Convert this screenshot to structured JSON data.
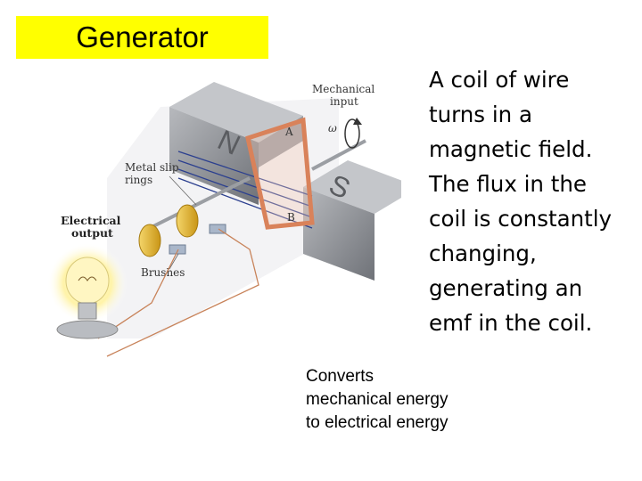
{
  "slide": {
    "title": "Generator",
    "description_lines": [
      "A coil of wire",
      "turns in a",
      "magnetic field.",
      "The flux in the",
      "coil is constantly",
      "changing,",
      "generating an",
      "emf in the coil."
    ],
    "note_lines": [
      "Converts",
      "mechanical energy",
      "to electrical energy"
    ]
  },
  "diagram": {
    "labels": {
      "mechanical_input": [
        "Mechanical",
        "input"
      ],
      "omega": "ω",
      "slip_rings": [
        "Metal slip",
        "rings"
      ],
      "electrical_output": [
        "Electrical",
        "output"
      ],
      "brushes": "Brushes",
      "pole_n": "N",
      "pole_s": "S",
      "point_a": "A",
      "point_b": "B"
    },
    "colors": {
      "title_bg": "#ffff00",
      "magnet": "#8c8f95",
      "coil": "#d9825a",
      "field_lines": "#2b3f8f",
      "slip_rings": "#e3b62a",
      "wire": "#c8835a"
    }
  }
}
